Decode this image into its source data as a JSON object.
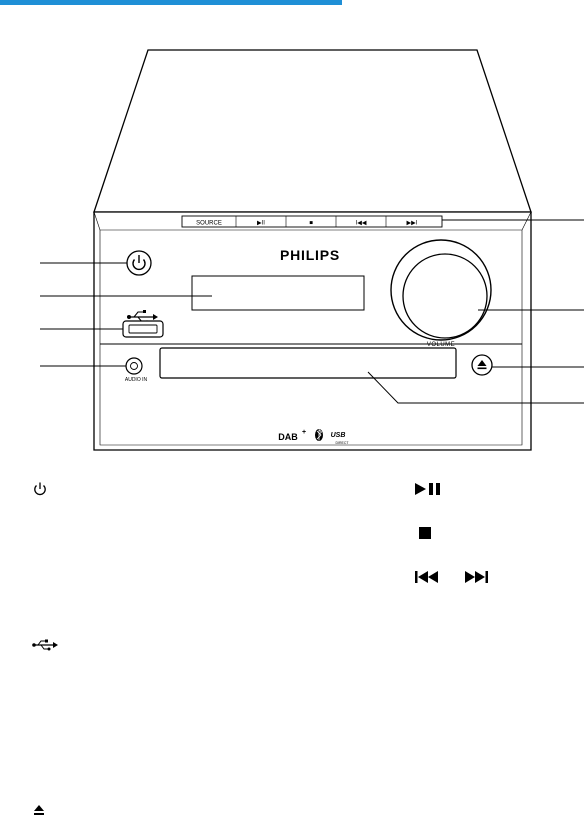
{
  "header": {
    "accent_color": "#1F8FD6"
  },
  "device": {
    "brand": "PHILIPS",
    "volume_label": "VOLUME",
    "audio_in_label": "AUDIO IN",
    "buttons": [
      "SOURCE",
      "▶II",
      "■",
      "I◀◀",
      "▶▶I"
    ],
    "footer_logos": {
      "dab": "DAB",
      "dab_plus": "+",
      "usb": "USB",
      "usb_sub": "DIRECT"
    }
  },
  "legend": {
    "icons": [
      "power-icon",
      "play-pause-icon",
      "stop-icon",
      "prev-icon",
      "next-icon",
      "usb-icon",
      "eject-icon"
    ]
  }
}
